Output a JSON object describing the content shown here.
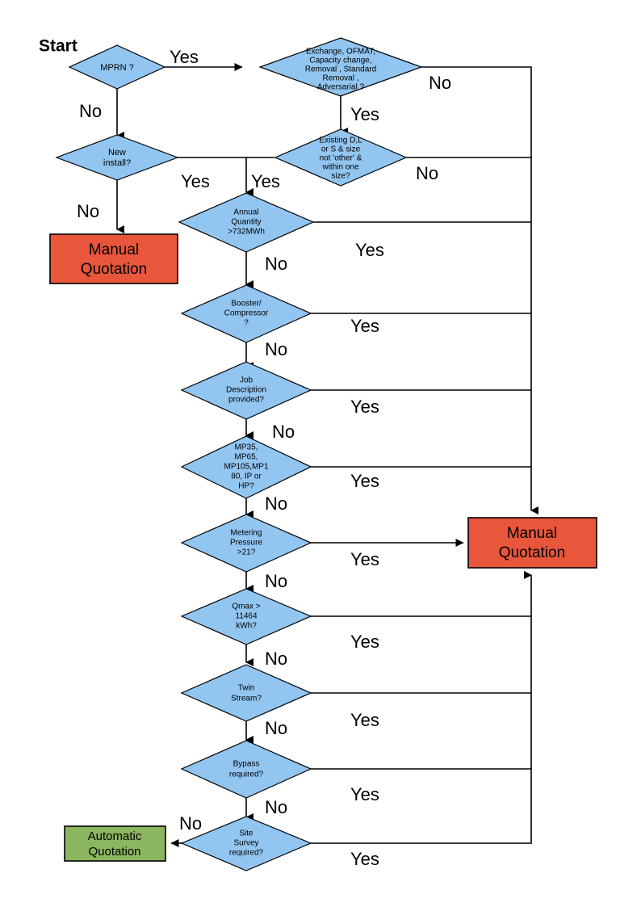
{
  "diagram": {
    "title_label": "Start",
    "colors": {
      "decision_fill": "#92C5F0",
      "manual_fill": "#E8563C",
      "automatic_fill": "#8CB560",
      "line": "#000000",
      "background": "#FFFFFF"
    },
    "nodes": {
      "mprn": {
        "lines": [
          "MPRN ?"
        ]
      },
      "exchange": {
        "lines": [
          "Exchange, OFMAT,",
          "Capacity change,",
          "Removal , Standard",
          "Removal ,",
          "Adversarial ?"
        ]
      },
      "new_install": {
        "lines": [
          "New",
          "install?"
        ]
      },
      "existing_dls": {
        "lines": [
          "Existing D,L",
          "or S & size",
          "not 'other' &",
          "within one",
          "size?"
        ]
      },
      "annual_quantity": {
        "lines": [
          "Annual",
          "Quantity",
          ">732MWh"
        ]
      },
      "booster": {
        "lines": [
          "Booster/",
          "Compressor",
          "?"
        ]
      },
      "job_description": {
        "lines": [
          "Job",
          "Description",
          "provided?"
        ]
      },
      "meter_types": {
        "lines": [
          "MP35,",
          "MP65,",
          "MP105,MP1",
          "80, IP or",
          "HP?"
        ]
      },
      "metering_pressure": {
        "lines": [
          "Metering",
          "Pressure",
          ">21?"
        ]
      },
      "qmax": {
        "lines": [
          "Qmax >",
          "11464",
          "kWh?"
        ]
      },
      "twin_stream": {
        "lines": [
          "Twin",
          "Stream?"
        ]
      },
      "bypass": {
        "lines": [
          "Bypass",
          "required?"
        ]
      },
      "site_survey": {
        "lines": [
          "Site",
          "Survey",
          "required?"
        ]
      },
      "manual_quotation_left": {
        "lines": [
          "Manual",
          "Quotation"
        ]
      },
      "manual_quotation_right": {
        "lines": [
          "Manual",
          "Quotation"
        ]
      },
      "automatic_quotation": {
        "lines": [
          "Automatic",
          "Quotation"
        ]
      }
    },
    "edge_labels": {
      "mprn_yes": "Yes",
      "mprn_no": "No",
      "exchange_no": "No",
      "exchange_yes": "Yes",
      "new_install_yes": "Yes",
      "new_install_no": "No",
      "existing_yes": "Yes",
      "existing_no": "No",
      "annual_yes": "Yes",
      "annual_no": "No",
      "booster_yes": "Yes",
      "booster_no": "No",
      "job_yes": "Yes",
      "job_no": "No",
      "meter_types_yes": "Yes",
      "meter_types_no": "No",
      "metering_pressure_yes": "Yes",
      "metering_pressure_no": "No",
      "qmax_yes": "Yes",
      "qmax_no": "No",
      "twin_yes": "Yes",
      "twin_no": "No",
      "bypass_yes": "Yes",
      "bypass_no": "No",
      "site_survey_yes": "Yes",
      "site_survey_no": "No"
    }
  }
}
